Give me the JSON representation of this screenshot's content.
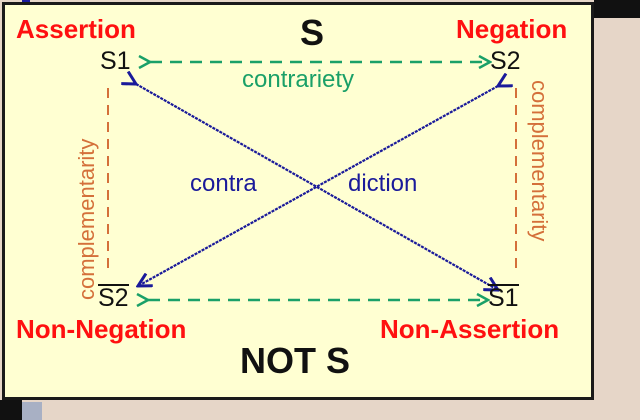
{
  "diagram": {
    "title_top": "S",
    "title_bottom": "NOT S",
    "corners": {
      "top_left": {
        "label": "Assertion",
        "symbol": "S1",
        "overline": false
      },
      "top_right": {
        "label": "Negation",
        "symbol": "S2",
        "overline": false
      },
      "bottom_left": {
        "label": "Non-Negation",
        "symbol": "S2",
        "overline": true
      },
      "bottom_right": {
        "label": "Non-Assertion",
        "symbol": "S1",
        "overline": true
      }
    },
    "relations": {
      "top": "contrariety",
      "diagonal_left": "contra",
      "diagonal_right": "diction",
      "left": "complementarity",
      "right": "complementarity"
    },
    "colors": {
      "background": "#ffffd2",
      "corner_label": "#ff1010",
      "contrariety": "#1aa068",
      "contradiction": "#1a1a9a",
      "complementarity": "#d4703a",
      "symbol": "#111111"
    }
  }
}
